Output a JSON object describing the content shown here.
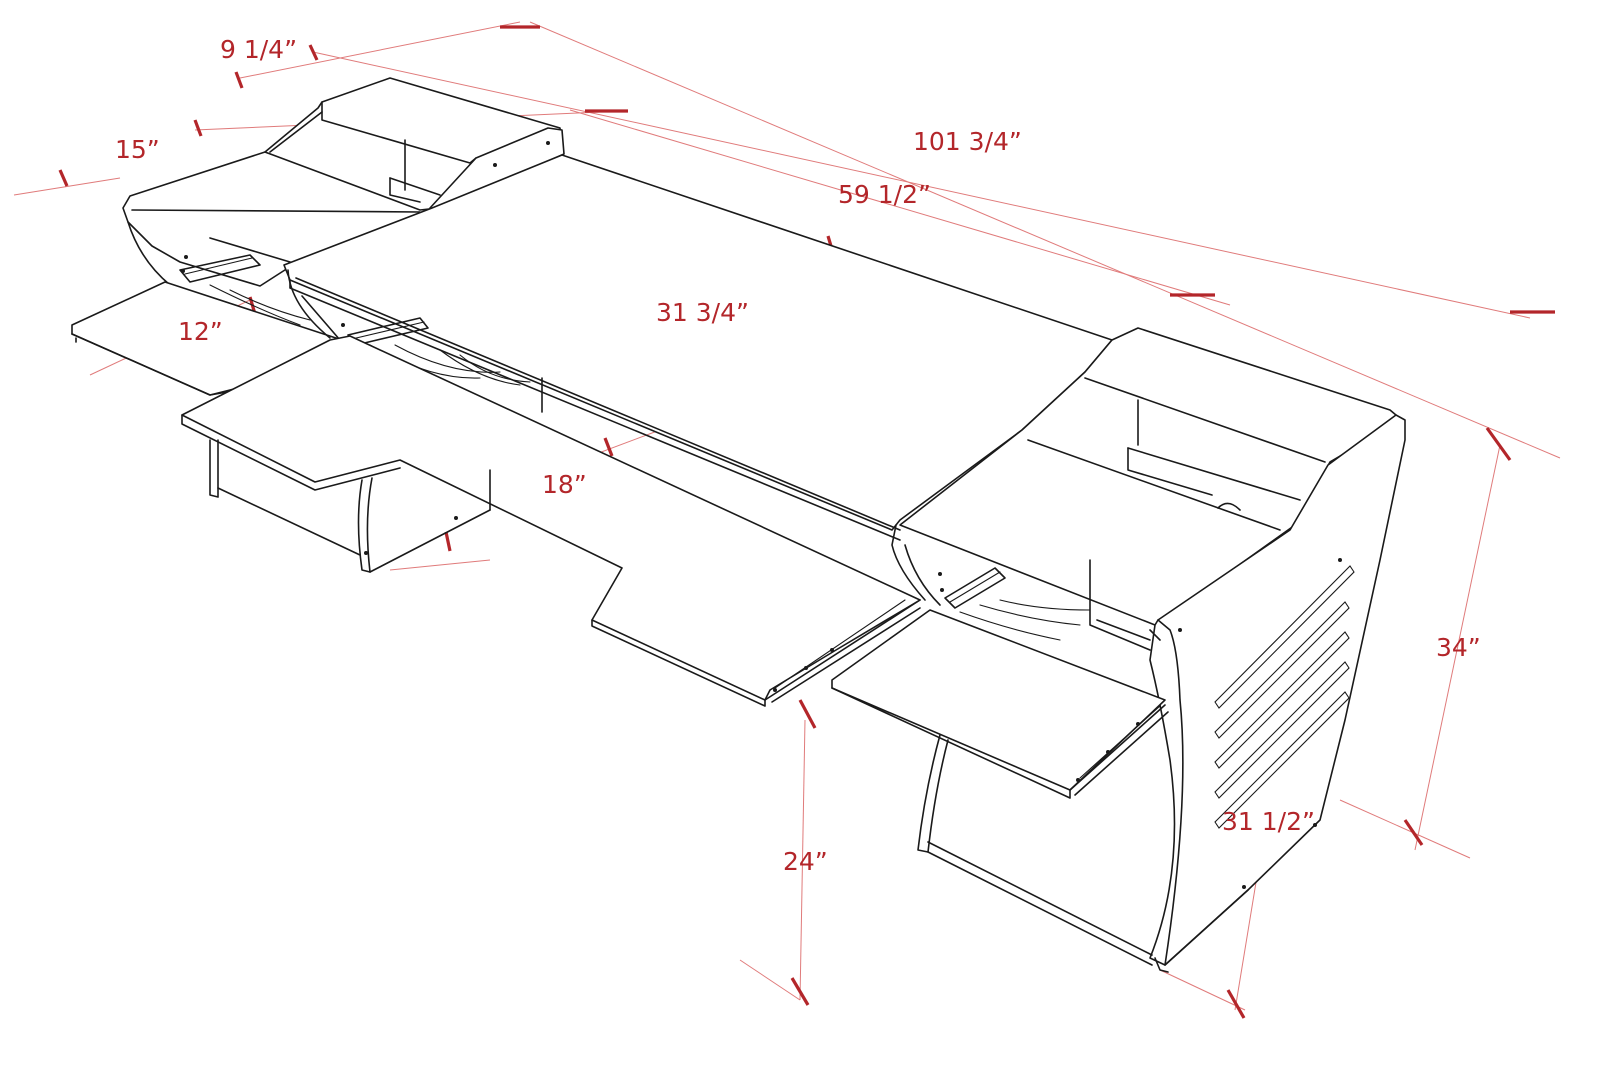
{
  "diagram": {
    "dimensions": [
      {
        "id": "overall-width",
        "text": "101  3/4”"
      },
      {
        "id": "center-width",
        "text": "59  1/2”"
      },
      {
        "id": "bridge-depth",
        "text": "9  1/4”"
      },
      {
        "id": "shelf-depth",
        "text": "15”"
      },
      {
        "id": "side-tray-depth",
        "text": "12”"
      },
      {
        "id": "desk-depth",
        "text": "31  3/4”"
      },
      {
        "id": "keyboard-tray-depth",
        "text": "18”"
      },
      {
        "id": "tray-height",
        "text": "24”"
      },
      {
        "id": "desk-height",
        "text": "34”"
      },
      {
        "id": "desk-surface-height",
        "text": "31 1/2”"
      }
    ]
  }
}
